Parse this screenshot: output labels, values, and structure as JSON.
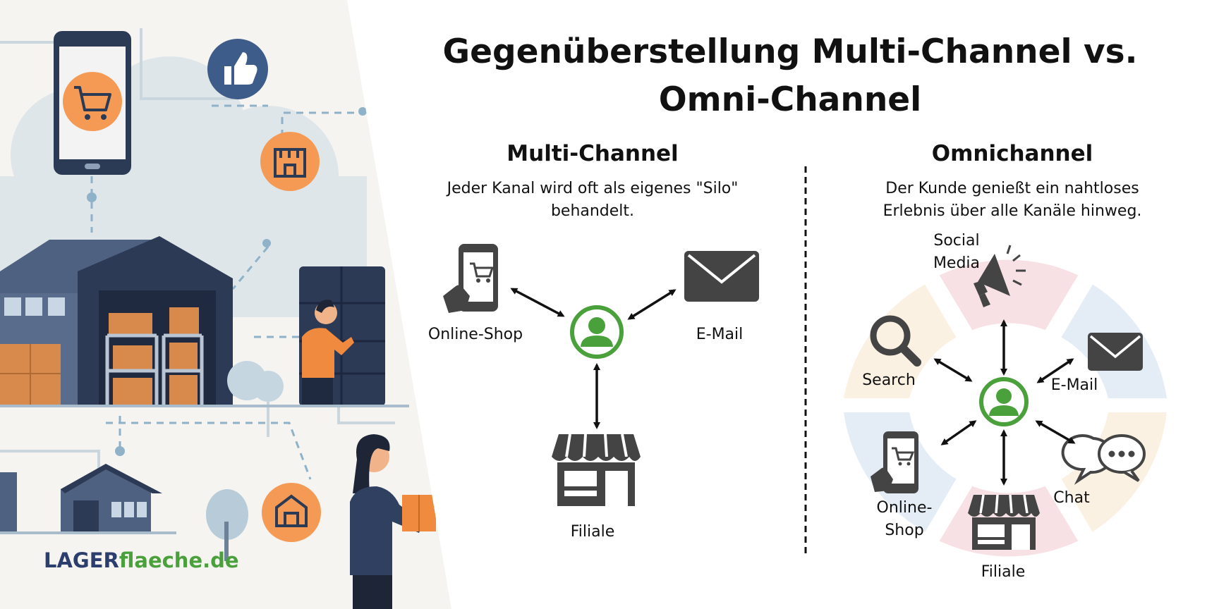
{
  "title_line1": "Gegenüberstellung Multi-Channel vs.",
  "title_line2": "Omni-Channel",
  "multi": {
    "heading": "Multi-Channel",
    "desc_line1": "Jeder Kanal wird oft als eigenes \"Silo\"",
    "desc_line2": "behandelt.",
    "channels": {
      "shop": "Online-Shop",
      "mail": "E-Mail",
      "store": "Filiale"
    }
  },
  "omni": {
    "heading": "Omnichannel",
    "desc_line1": "Der Kunde genießt ein nahtloses",
    "desc_line2": "Erlebnis über alle Kanäle hinweg.",
    "channels": {
      "social_1": "Social",
      "social_2": "Media",
      "search": "Search",
      "mail": "E-Mail",
      "chat": "Chat",
      "shop_1": "Online-",
      "shop_2": "Shop",
      "store": "Filiale"
    }
  },
  "logo": {
    "part1": "LAGER",
    "part2": "flaeche.de"
  },
  "colors": {
    "accent_green": "#4aa03a",
    "icon_gray": "#444444",
    "orange": "#f59a55",
    "navy": "#2f4060",
    "ring_pink": "#f8e1e4",
    "ring_blue": "#e4edf6",
    "ring_cream": "#fbf1e2"
  }
}
